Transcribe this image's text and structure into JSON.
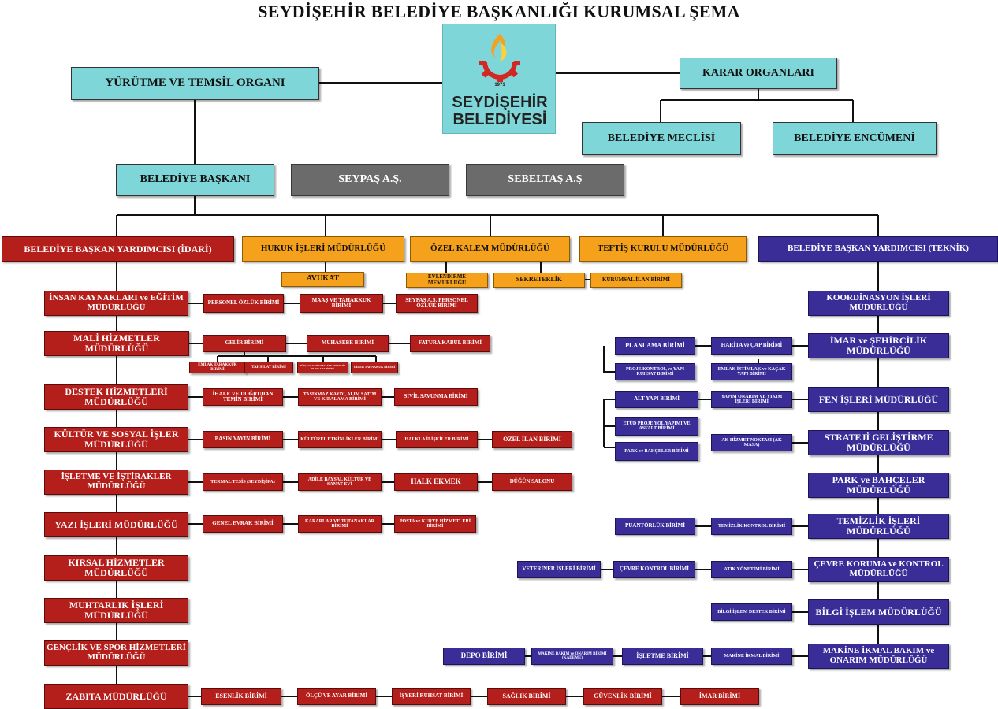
{
  "title": "SEYDİŞEHİR BELEDİYE BAŞKANLIĞI KURUMSAL ŞEMA",
  "logo": {
    "year": "1971",
    "line1": "SEYDİŞEHİR",
    "line2": "BELEDİYESİ"
  },
  "colors": {
    "teal": "#7fd6d8",
    "gray": "#6b6b6b",
    "red": "#b41f1b",
    "orange": "#f6a11b",
    "blue": "#3a2d98",
    "line": "#111111"
  },
  "nodes": [
    {
      "id": "yurutme",
      "label": "YÜRÜTME VE TEMSİL ORGANI",
      "style": "teal"
    },
    {
      "id": "karar",
      "label": "KARAR ORGANLARI",
      "style": "teal"
    },
    {
      "id": "meclis",
      "label": "BELEDİYE MECLİSİ",
      "style": "teal"
    },
    {
      "id": "encumen",
      "label": "BELEDİYE ENCÜMENİ",
      "style": "teal"
    },
    {
      "id": "baskan",
      "label": "BELEDİYE BAŞKANI",
      "style": "teal"
    },
    {
      "id": "seypas",
      "label": "SEYPAŞ A.Ş.",
      "style": "gray"
    },
    {
      "id": "sebeltas",
      "label": "SEBELTAŞ A.Ş",
      "style": "gray"
    },
    {
      "id": "by_idari",
      "label": "BELEDİYE BAŞKAN YARDIMCISI (İDARİ)",
      "style": "red"
    },
    {
      "id": "hukuk",
      "label": "HUKUK İŞLERİ MÜDÜRLÜĞÜ",
      "style": "orange"
    },
    {
      "id": "ozelkalem",
      "label": "ÖZEL KALEM MÜDÜRLÜĞÜ",
      "style": "orange"
    },
    {
      "id": "teftis",
      "label": "TEFTİŞ KURULU MÜDÜRLÜĞÜ",
      "style": "orange"
    },
    {
      "id": "by_teknik",
      "label": "BELEDİYE BAŞKAN YARDIMCISI (TEKNİK)",
      "style": "blue"
    },
    {
      "id": "avukat",
      "label": "AVUKAT",
      "style": "orange"
    },
    {
      "id": "evlendirme",
      "label": "EVLENDİRME MEMURLUĞU",
      "style": "orange"
    },
    {
      "id": "sekreterlik",
      "label": "SEKRETERLİK",
      "style": "orange"
    },
    {
      "id": "kurumsal_ilan",
      "label": "KURUMSAL İLAN BİRİMİ",
      "style": "orange"
    },
    {
      "id": "ik",
      "label": "İNSAN KAYNAKLARI ve EĞİTİM MÜDÜRLÜĞÜ",
      "style": "red"
    },
    {
      "id": "ik1",
      "label": "PERSONEL ÖZLÜK BİRİMİ",
      "style": "red"
    },
    {
      "id": "ik2",
      "label": "MAAŞ VE TAHAKKUK BİRİMİ",
      "style": "red"
    },
    {
      "id": "ik3",
      "label": "SEYPAŞ A.Ş. PERSONEL ÖZLÜK BİRİMİ",
      "style": "red"
    },
    {
      "id": "mali",
      "label": "MALİ HİZMETLER MÜDÜRLÜĞÜ",
      "style": "red"
    },
    {
      "id": "gelir",
      "label": "GELİR BİRİMİ",
      "style": "red"
    },
    {
      "id": "muhasebe",
      "label": "MUHASEBE BİRİMİ",
      "style": "red"
    },
    {
      "id": "fatura",
      "label": "FATURA KABUL BİRİMİ",
      "style": "red"
    },
    {
      "id": "emlak_t",
      "label": "EMLAK TAHAKKUK BİRİMİ",
      "style": "red"
    },
    {
      "id": "tahsilat",
      "label": "TAHSİLAT BİRİMİ",
      "style": "red"
    },
    {
      "id": "butce",
      "label": "BÜTÇE VE KESİN HESAP VE STRATEJİK PLANLAMA BİRİMİ",
      "style": "red"
    },
    {
      "id": "gider",
      "label": "GİDER TAHAKKUK BİRİMİ",
      "style": "red"
    },
    {
      "id": "destek",
      "label": "DESTEK HİZMETLERİ MÜDÜRLÜĞÜ",
      "style": "red"
    },
    {
      "id": "ihale",
      "label": "İHALE VE DOĞRUDAN TEMİN BİRİMİ",
      "style": "red"
    },
    {
      "id": "tasinmaz",
      "label": "TAŞINMAZ KAYDI, ALIM SATIM VE KİRALAMA BİRİMİ",
      "style": "red"
    },
    {
      "id": "sivil",
      "label": "SİVİL SAVUNMA BİRİMİ",
      "style": "red"
    },
    {
      "id": "kultur",
      "label": "KÜLTÜR VE SOSYAL İŞLER MÜDÜRLÜĞÜ",
      "style": "red"
    },
    {
      "id": "basin",
      "label": "BASIN YAYIN BİRİMİ",
      "style": "red"
    },
    {
      "id": "kulturel",
      "label": "KÜLTÜREL ETKİNLİKLER BİRİMİ",
      "style": "red"
    },
    {
      "id": "halkla",
      "label": "HALKLA İLİŞKİLER BİRİMİ",
      "style": "red"
    },
    {
      "id": "ozelilan",
      "label": "ÖZEL İLAN BİRİMİ",
      "style": "red"
    },
    {
      "id": "isletme",
      "label": "İŞLETME VE İŞTİRAKLER MÜDÜRLÜĞÜ",
      "style": "red"
    },
    {
      "id": "termal",
      "label": "TERMAL TESİS (SEYDİŞİFA)",
      "style": "red"
    },
    {
      "id": "adile",
      "label": "ADİLE BAYSAL KÜLTÜR VE SANAT EVİ",
      "style": "red"
    },
    {
      "id": "halkekmek",
      "label": "HALK EKMEK",
      "style": "red"
    },
    {
      "id": "dugun",
      "label": "DÜĞÜN SALONU",
      "style": "red"
    },
    {
      "id": "yazi",
      "label": "YAZI İŞLERİ MÜDÜRLÜĞÜ",
      "style": "red"
    },
    {
      "id": "genelevrak",
      "label": "GENEL EVRAK BİRİMİ",
      "style": "red"
    },
    {
      "id": "kararlar",
      "label": "KARARLAR VE TUTANAKLAR BİRİMİ",
      "style": "red"
    },
    {
      "id": "posta",
      "label": "POSTA ve KURYE HİZMETLERİ BİRİMİ",
      "style": "red"
    },
    {
      "id": "kirsal",
      "label": "KIRSAL HİZMETLER MÜDÜRLÜĞÜ",
      "style": "red"
    },
    {
      "id": "muhtarlik",
      "label": "MUHTARLIK İŞLERİ MÜDÜRLÜĞÜ",
      "style": "red"
    },
    {
      "id": "genclik",
      "label": "GENÇLİK VE SPOR HİZMETLERİ MÜDÜRLÜĞÜ",
      "style": "red"
    },
    {
      "id": "zabita",
      "label": "ZABITA MÜDÜRLÜĞÜ",
      "style": "red"
    },
    {
      "id": "esenlik",
      "label": "ESENLİK BİRİMİ",
      "style": "red"
    },
    {
      "id": "olcu",
      "label": "ÖLÇÜ VE AYAR BİRİMİ",
      "style": "red"
    },
    {
      "id": "isyeri",
      "label": "İŞYERİ RUHSAT BİRİMİ",
      "style": "red"
    },
    {
      "id": "saglik",
      "label": "SAĞLIK BİRİMİ",
      "style": "red"
    },
    {
      "id": "guvenlik",
      "label": "GÜVENLİK BİRİMİ",
      "style": "red"
    },
    {
      "id": "imar_b",
      "label": "İMAR BİRİMİ",
      "style": "red"
    },
    {
      "id": "koord",
      "label": "KOORDİNASYON İŞLERİ MÜDÜRLÜĞÜ",
      "style": "blue"
    },
    {
      "id": "imar",
      "label": "İMAR ve ŞEHİRCİLİK MÜDÜRLÜĞÜ",
      "style": "blue"
    },
    {
      "id": "harita",
      "label": "HARİTA ve ÇAP BİRİMİ",
      "style": "blue"
    },
    {
      "id": "planlama",
      "label": "PLANLAMA BİRİMİ",
      "style": "blue"
    },
    {
      "id": "emlak_i",
      "label": "EMLAK İSTİMLAK ve KAÇAK YAPI BİRİMİ",
      "style": "blue"
    },
    {
      "id": "proje",
      "label": "PROJE KONTROL ve YAPI RUHSAT BİRİMİ",
      "style": "blue"
    },
    {
      "id": "fen",
      "label": "FEN İŞLERİ MÜDÜRLÜĞÜ",
      "style": "blue"
    },
    {
      "id": "yapimonarim",
      "label": "YAPIM ONARIM VE YIKIM İŞLERİ BİRİMİ",
      "style": "blue"
    },
    {
      "id": "altyapi",
      "label": "ALT YAPI BİRİMİ",
      "style": "blue"
    },
    {
      "id": "etud",
      "label": "ETÜD PROJE YOL YAPIMI VE ASFALT BİRİMİ",
      "style": "blue"
    },
    {
      "id": "parkb",
      "label": "PARK ve BAHÇELER BİRİMİ",
      "style": "blue"
    },
    {
      "id": "strateji",
      "label": "STRATEJİ GELİŞTİRME MÜDÜRLÜĞÜ",
      "style": "blue"
    },
    {
      "id": "akmasa",
      "label": "AK HİZMET NOKTASI (AK MASA)",
      "style": "blue"
    },
    {
      "id": "park",
      "label": "PARK ve BAHÇELER MÜDÜRLÜĞÜ",
      "style": "blue"
    },
    {
      "id": "temizlik",
      "label": "TEMİZLİK İŞLERİ MÜDÜRLÜĞÜ",
      "style": "blue"
    },
    {
      "id": "temizlikk",
      "label": "TEMİZLİK KONTROL BİRİMİ",
      "style": "blue"
    },
    {
      "id": "puantor",
      "label": "PUANTÖRLÜK BİRİMİ",
      "style": "blue"
    },
    {
      "id": "cevre",
      "label": "ÇEVRE KORUMA ve KONTROL MÜDÜRLÜĞÜ",
      "style": "blue"
    },
    {
      "id": "atik",
      "label": "ATIK YÖNETİMİ BİRİMİ",
      "style": "blue"
    },
    {
      "id": "cevrek",
      "label": "ÇEVRE KONTROL BİRİMİ",
      "style": "blue"
    },
    {
      "id": "veteriner",
      "label": "VETERİNER İŞLERİ BİRİMİ",
      "style": "blue"
    },
    {
      "id": "bilgi",
      "label": "BİLGİ İŞLEM MÜDÜRLÜĞÜ",
      "style": "blue"
    },
    {
      "id": "bilgid",
      "label": "BİLGİ İŞLEM DESTEK BİRİMİ",
      "style": "blue"
    },
    {
      "id": "makine",
      "label": "MAKİNE İKMAL BAKIM ve ONARIM MÜDÜRLÜĞÜ",
      "style": "blue"
    },
    {
      "id": "makineik",
      "label": "MAKİNE İKMAL BİRİMİ",
      "style": "blue"
    },
    {
      "id": "isletmeb",
      "label": "İŞLETME BİRİMİ",
      "style": "blue"
    },
    {
      "id": "kademe",
      "label": "MAKİNE BAKIM ve ONARIM BİRİMİ (KADEME)",
      "style": "blue"
    },
    {
      "id": "depo",
      "label": "DEPO BİRİMİ",
      "style": "blue"
    }
  ]
}
